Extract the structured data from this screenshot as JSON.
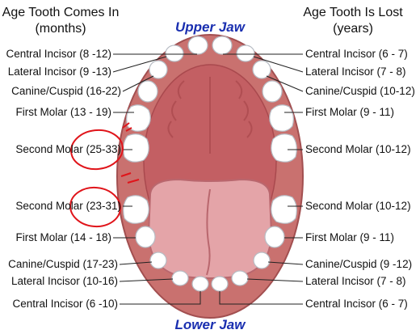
{
  "headers": {
    "left_line1": "Age Tooth Comes In",
    "left_line2": "(months)",
    "right_line1": "Age Tooth Is Lost",
    "right_line2": "(years)"
  },
  "jaws": {
    "upper": "Upper Jaw",
    "lower": "Lower Jaw"
  },
  "upper": {
    "left": [
      "Central Incisor (8 -12)",
      "Lateral Incisor (9 -13)",
      "Canine/Cuspid (16-22)",
      "First Molar (13 - 19)"
    ],
    "second_molar_left_prefix": "Second Molar ",
    "second_molar_left_circled": "(25-33)",
    "right": [
      "Central Incisor (6 - 7)",
      "Lateral Incisor (7 - 8)",
      "Canine/Cuspid (10-12)",
      "First Molar (9 - 11)",
      "Second Molar (10-12)"
    ]
  },
  "lower": {
    "second_molar_left_prefix": "Second Molar ",
    "second_molar_left_circled": "(23-31)",
    "left": [
      "First Molar (14 - 18)",
      "Canine/Cuspid (17-23)",
      "Lateral Incisor (10-16)",
      "Central Incisor (6 -10)"
    ],
    "right": [
      "Second Molar (10-12)",
      "First Molar (9 - 11)",
      "Canine/Cuspid (9 -12)",
      "Lateral Incisor (7 - 8)",
      "Central Incisor (6 - 7)"
    ]
  },
  "colors": {
    "gum": "#c9716f",
    "gum_edge": "#a24f50",
    "palate": "#c35f63",
    "tongue": "#e4a4a8",
    "tongue_edge": "#b9676e",
    "tooth": "#ffffff",
    "tooth_edge": "#b7bcc4",
    "annotation": "#e0141a",
    "jaw_label": "#1a2fb0"
  }
}
